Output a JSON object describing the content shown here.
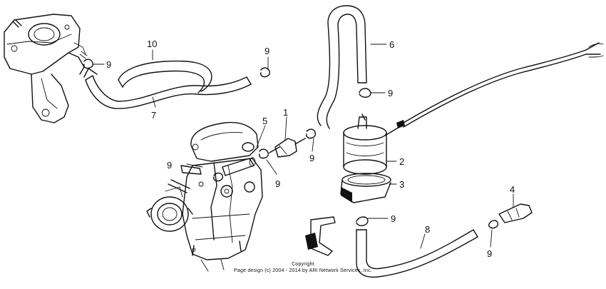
{
  "callouts": {
    "c10": "10",
    "c9a": "9",
    "c9b": "9",
    "c7": "7",
    "c6": "6",
    "c9c": "9",
    "c1": "1",
    "c5": "5",
    "c9d": "9",
    "c9e": "9",
    "c9f": "9",
    "c2": "2",
    "c3": "3",
    "c4": "4",
    "c9g": "9",
    "c8": "8",
    "c9h": "9"
  },
  "copyright": {
    "line1": "Copyright",
    "line2": "Page design (c) 2004 - 2014 by ARI Network Services, Inc."
  }
}
